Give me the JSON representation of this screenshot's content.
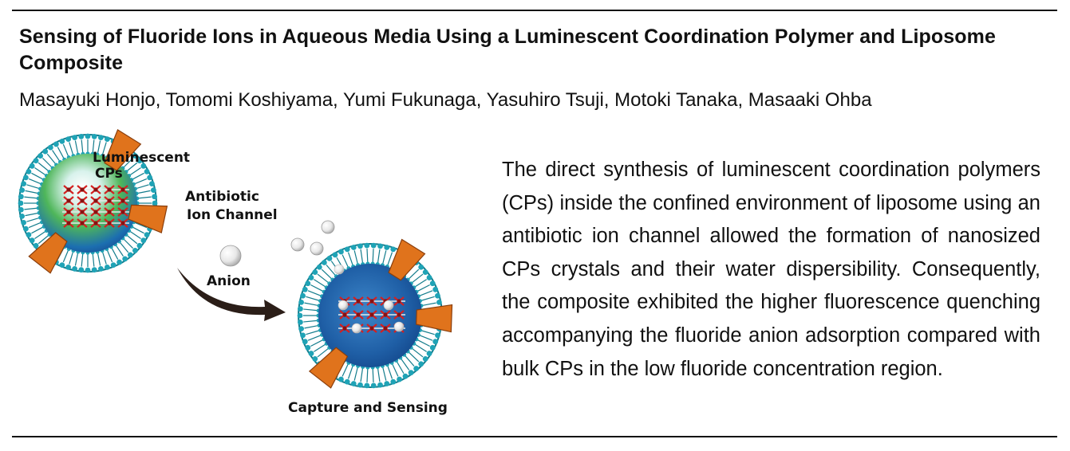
{
  "paper": {
    "title": "Sensing of Fluoride Ions in Aqueous Media Using a Luminescent Coordination Polymer and Liposome Composite",
    "authors": "Masayuki Honjo, Tomomi Koshiyama, Yumi Fukunaga, Yasuhiro Tsuji, Motoki Tanaka, Masaaki Ohba",
    "abstract": "The direct synthesis of luminescent coordination polymers (CPs) inside the confined environment of liposome using an antibiotic ion channel allowed the formation of nanosized CPs crystals and their water dispersibility. Consequently, the composite exhibited the higher fluorescence quenching  accompanying the fluoride anion adsorption compared with bulk CPs in the low fluoride concentration region."
  },
  "graphic": {
    "labels": {
      "luminescent_line1": "Luminescent",
      "luminescent_line2": "CPs",
      "channel_line1": "Antibiotic",
      "channel_line2": "Ion Channel",
      "anion": "Anion",
      "capture": "Capture and Sensing"
    },
    "colors": {
      "membrane": "#1fa3b6",
      "membrane_dark": "#137c8c",
      "core_blue": "#1c5fa8",
      "core_green": "#2ea83a",
      "channel": "#e0731c",
      "crystal_red": "#d42020",
      "arrow": "#2b1e18"
    }
  }
}
